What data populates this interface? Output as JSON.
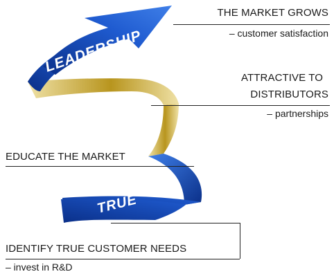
{
  "ribbon": {
    "top_word": "LEADERSHIP",
    "bottom_word": "TRUE",
    "colors": {
      "blue_dark": "#0a2f88",
      "blue_mid": "#1f5bd0",
      "blue_light": "#3f7fe8",
      "gold_dark": "#b8951e",
      "gold_light": "#efe1a6",
      "text": "#ffffff"
    }
  },
  "stages": [
    {
      "title": "THE MARKET GROWS",
      "subtitle": "– customer satisfaction"
    },
    {
      "title_line1": "ATTRACTIVE TO",
      "title_line2": "DISTRIBUTORS",
      "subtitle": "– partnerships"
    },
    {
      "title": "EDUCATE THE MARKET"
    },
    {
      "title": "IDENTIFY TRUE CUSTOMER NEEDS",
      "subtitle": "– invest in R&D"
    }
  ]
}
